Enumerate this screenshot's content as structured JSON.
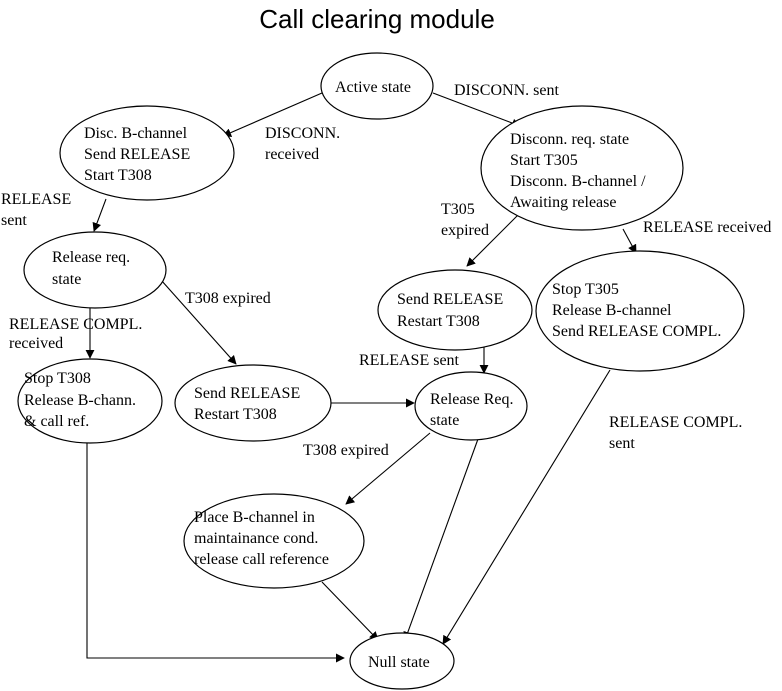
{
  "title": "Call clearing module",
  "nodes": {
    "active": [
      "Active state"
    ],
    "disc_b": [
      "Disc. B-channel",
      "Send RELEASE",
      "Start T308"
    ],
    "disconn_req": [
      "Disconn. req. state",
      "Start T305",
      "Disconn. B-channel /",
      "Awaiting release"
    ],
    "release_req1": [
      "Release req.",
      "state"
    ],
    "send_release1": [
      "Send RELEASE",
      "Restart T308"
    ],
    "stop_t305": [
      "Stop T305",
      "Release B-channel",
      "Send RELEASE COMPL."
    ],
    "stop_t308": [
      "Stop T308",
      "Release B-chann.",
      "& call ref."
    ],
    "send_release2": [
      "Send RELEASE",
      "Restart T308"
    ],
    "release_req2": [
      "Release Req.",
      "state"
    ],
    "place_b": [
      "Place B-channel in",
      "maintainance cond.",
      "release call reference"
    ],
    "null": [
      "Null state"
    ]
  },
  "edges": {
    "disconn_sent": [
      "DISCONN.  sent"
    ],
    "disconn_received": [
      "DISCONN.",
      "received"
    ],
    "release_sent_1": [
      "RELEASE",
      "sent"
    ],
    "t305_expired": [
      "T305",
      "expired"
    ],
    "release_received": [
      "RELEASE received"
    ],
    "t308_expired_1": [
      "T308 expired"
    ],
    "release_compl_received": [
      "RELEASE  COMPL.",
      "received"
    ],
    "release_sent_2": [
      "RELEASE sent"
    ],
    "t308_expired_2": [
      "T308 expired"
    ],
    "release_compl_sent": [
      "RELEASE COMPL.",
      "sent"
    ]
  }
}
